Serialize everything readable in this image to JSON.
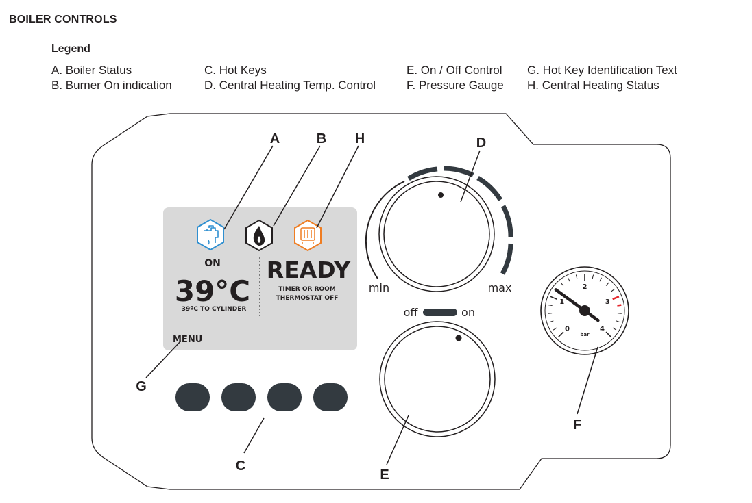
{
  "title": "BOILER CONTROLS",
  "legend": {
    "heading": "Legend",
    "items": [
      "A. Boiler Status",
      "B. Burner On indication",
      "C. Hot Keys",
      "D. Central Heating Temp. Control",
      "E. On / Off Control",
      "F. Pressure Gauge",
      "G. Hot Key Identification Text",
      "H. Central Heating Status"
    ]
  },
  "callouts": {
    "a": "A",
    "b": "B",
    "c": "C",
    "d": "D",
    "e": "E",
    "f": "F",
    "g": "G",
    "h": "H"
  },
  "display": {
    "status": "ON",
    "temperature": "39°C",
    "temperature_note": "39ºC TO CYLINDER",
    "state": "READY",
    "state_note_line1": "TIMER OR ROOM",
    "state_note_line2": "THERMOSTAT OFF",
    "menu_label": "MENU",
    "background": "#d9d9d9",
    "hot_water_icon_color": "#2f8fd0",
    "burner_icon_color": "#231f20",
    "heating_icon_color": "#ef7d22"
  },
  "temperature_dial": {
    "min_label": "min",
    "max_label": "max"
  },
  "power_switch": {
    "off_label": "off",
    "on_label": "on"
  },
  "pressure_gauge": {
    "ticks": [
      "0",
      "1",
      "2",
      "3",
      "4"
    ],
    "unit": "bar",
    "reading": 1.2,
    "warning_color": "#e4262c"
  },
  "hot_keys": {
    "count": 4,
    "color": "#333a40"
  }
}
